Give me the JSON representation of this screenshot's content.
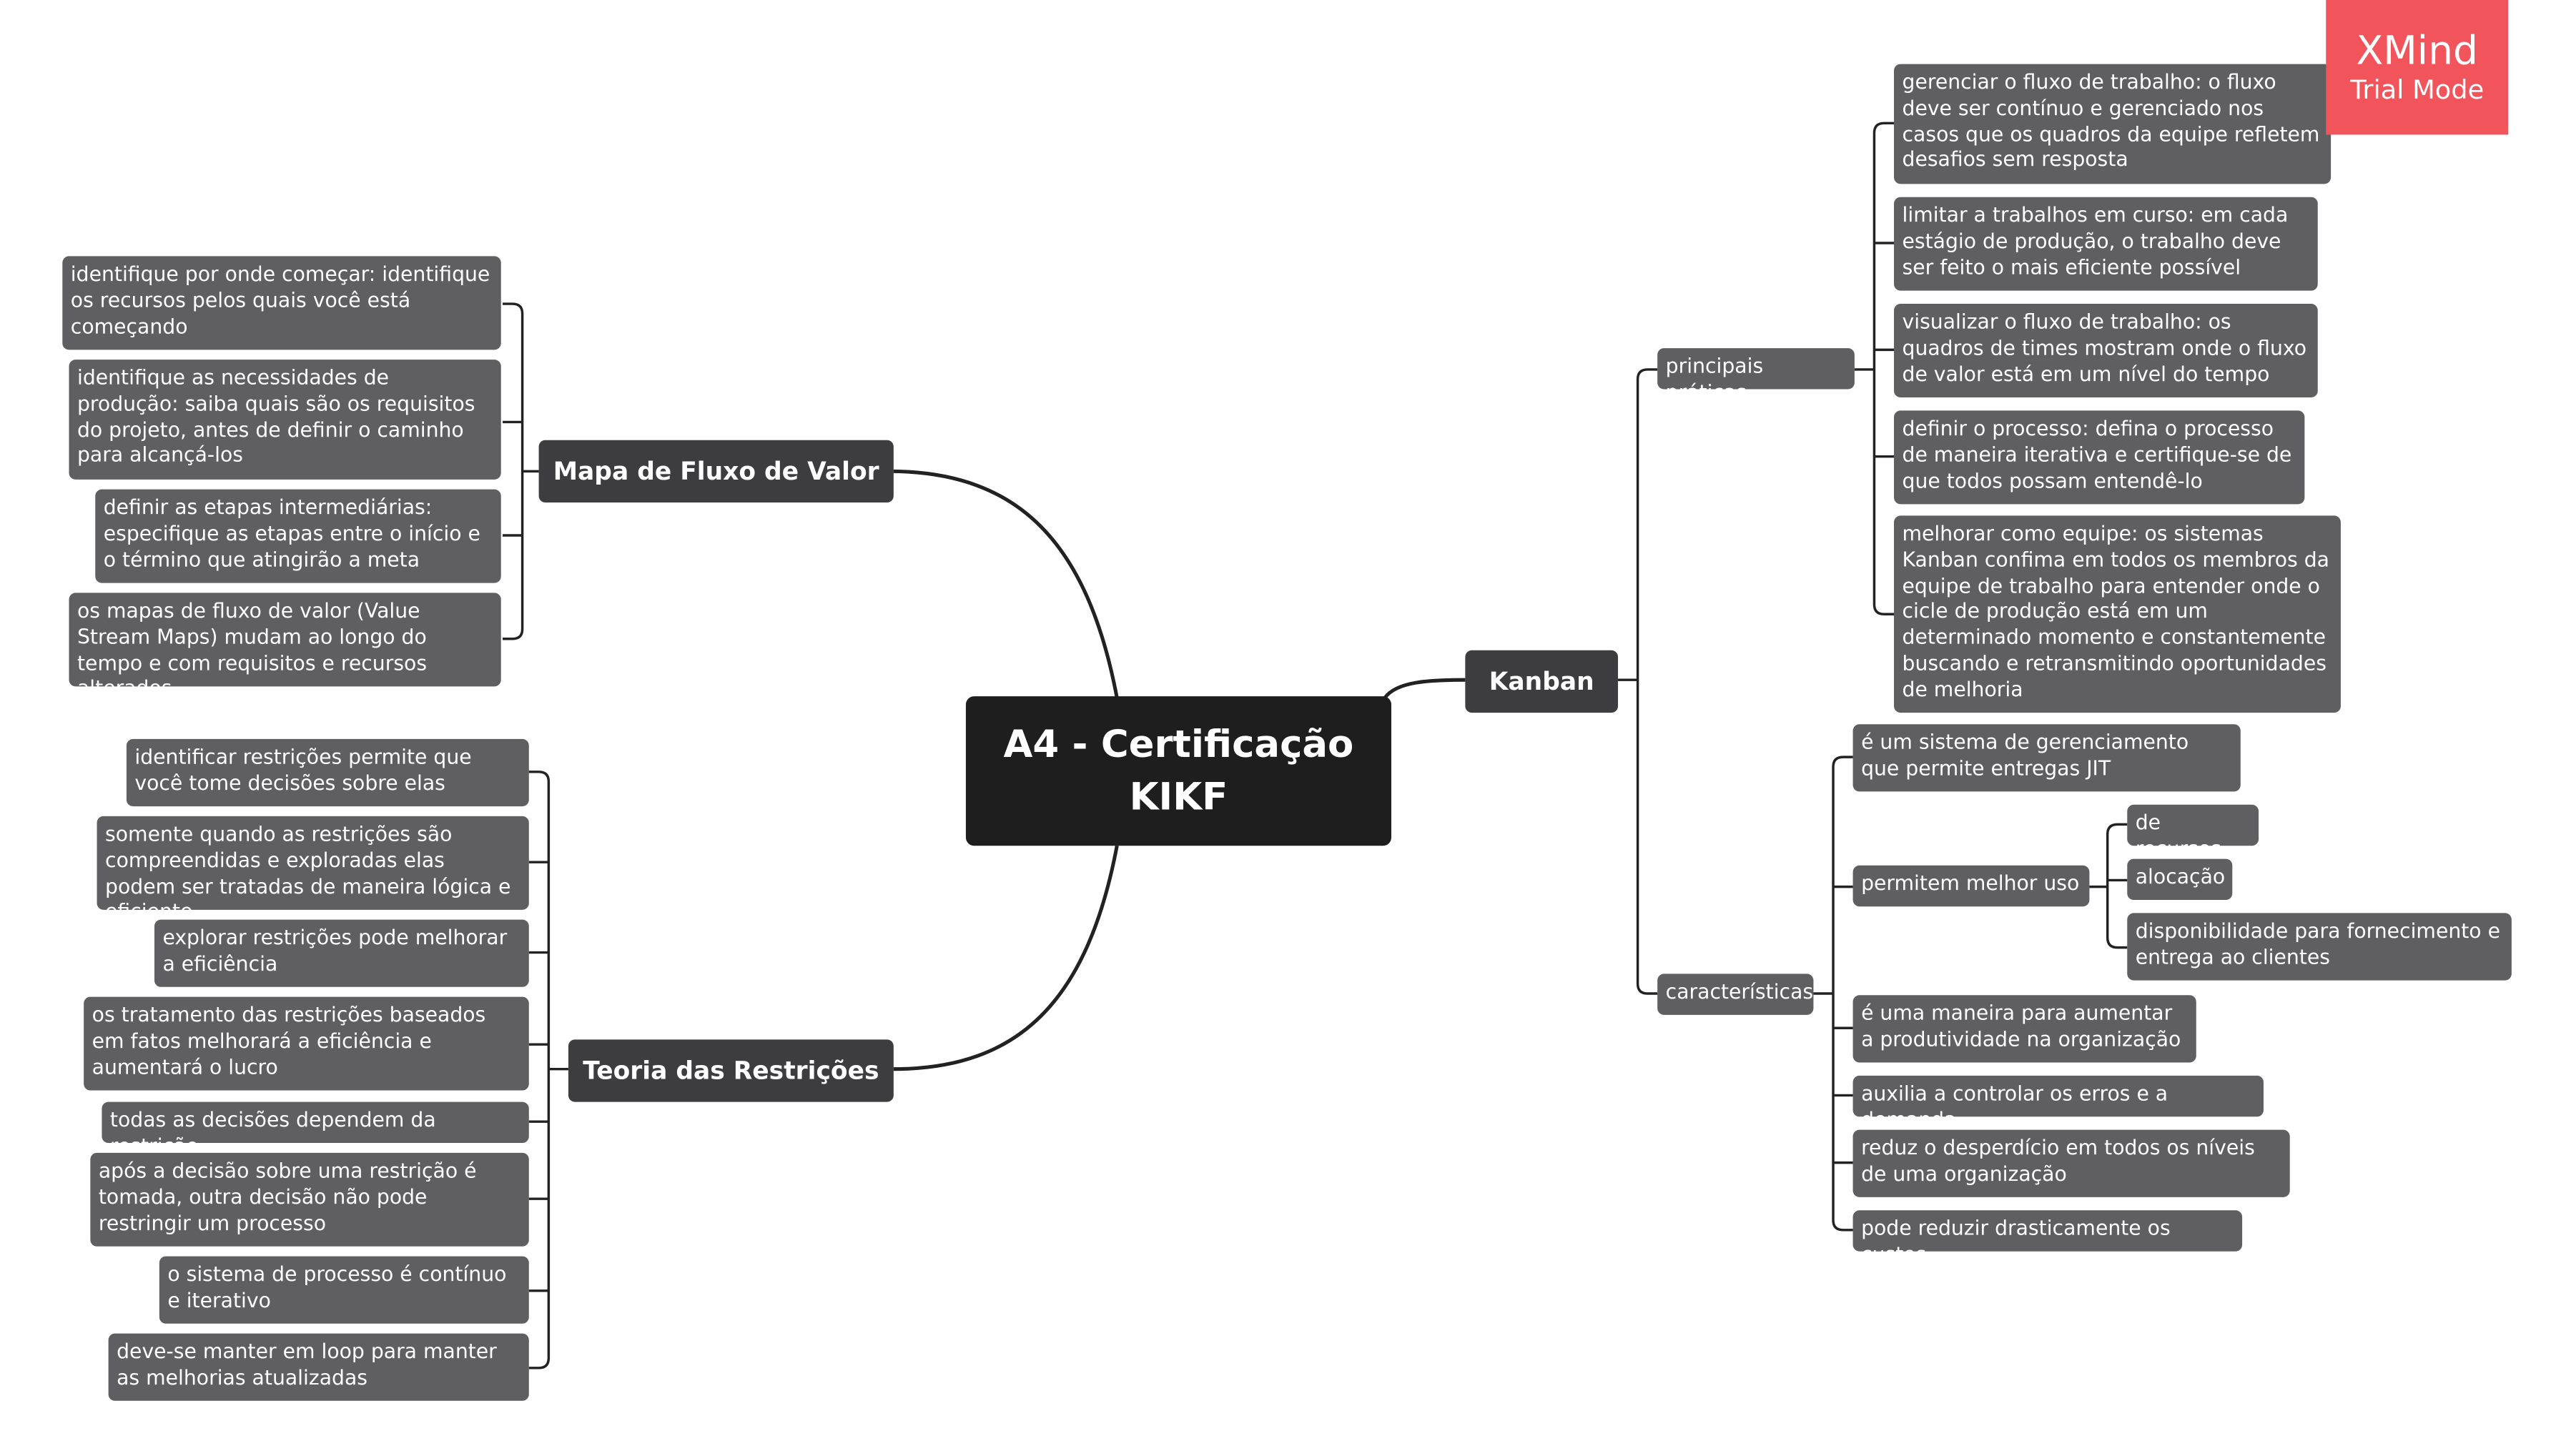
{
  "central": {
    "line1": "A4 - Certificação",
    "line2": "KIKF"
  },
  "watermark": {
    "brand": "XMind",
    "mode": "Trial Mode"
  },
  "mapa": {
    "title": "Mapa de Fluxo de Valor",
    "items": [
      "identifique por onde começar: identifique os recursos pelos quais você está começando",
      "identifique as necessidades de produção: saiba quais são os requisitos do projeto, antes de definir o caminho para alcançá-los",
      "definir as etapas intermediárias: especifique as etapas entre o início e o término que atingirão a meta",
      "os mapas de fluxo de valor (Value Stream Maps) mudam ao longo do tempo e com requisitos e recursos alterados"
    ]
  },
  "teoria": {
    "title": "Teoria das Restrições",
    "items": [
      "identificar restrições permite que você tome decisões sobre elas",
      "somente quando as restrições são compreendidas e exploradas elas podem ser tratadas de maneira lógica e eficiente",
      "explorar restrições pode melhorar a eficiência",
      "os tratamento das restrições baseados em fatos melhorará a eficiência e aumentará o lucro",
      "todas as decisões dependem da restrição",
      "após a decisão sobre uma restrição é tomada, outra decisão não pode restringir um processo",
      "o sistema de processo é contínuo e iterativo",
      "deve-se manter em loop para manter as melhorias atualizadas"
    ]
  },
  "kanban": {
    "title": "Kanban",
    "praticas": {
      "title": "principais práticas",
      "items": [
        "gerenciar o fluxo de trabalho: o fluxo deve ser contínuo e gerenciado nos casos que os quadros da equipe refletem desafios sem resposta",
        "limitar a trabalhos em curso: em cada estágio de produção, o trabalho deve ser feito o mais eficiente possível",
        "visualizar o fluxo de trabalho: os quadros de times mostram onde o fluxo de valor está em um nível do tempo",
        "definir o processo: defina o processo de maneira iterativa e certifique-se de que todos possam entendê-lo",
        "melhorar como equipe: os sistemas Kanban confima em todos os membros da equipe de trabalho para entender onde o cicle de produção está em um determinado momento e constantemente buscando e retransmitindo oportunidades de melhoria"
      ]
    },
    "caracteristicas": {
      "title": "características",
      "items": [
        "é um sistema de gerenciamento que permite entregas JIT",
        "permitem melhor uso",
        "é uma maneira para aumentar a produtividade na organização",
        "auxilia a controlar os erros e a demanda",
        "reduz o desperdício em todos os níveis de uma organização",
        "pode reduzir drasticamente os custos"
      ],
      "melhor_uso": [
        "de recursos",
        "alocação",
        "disponibilidade para fornecimento e entrega ao clientes"
      ]
    }
  }
}
